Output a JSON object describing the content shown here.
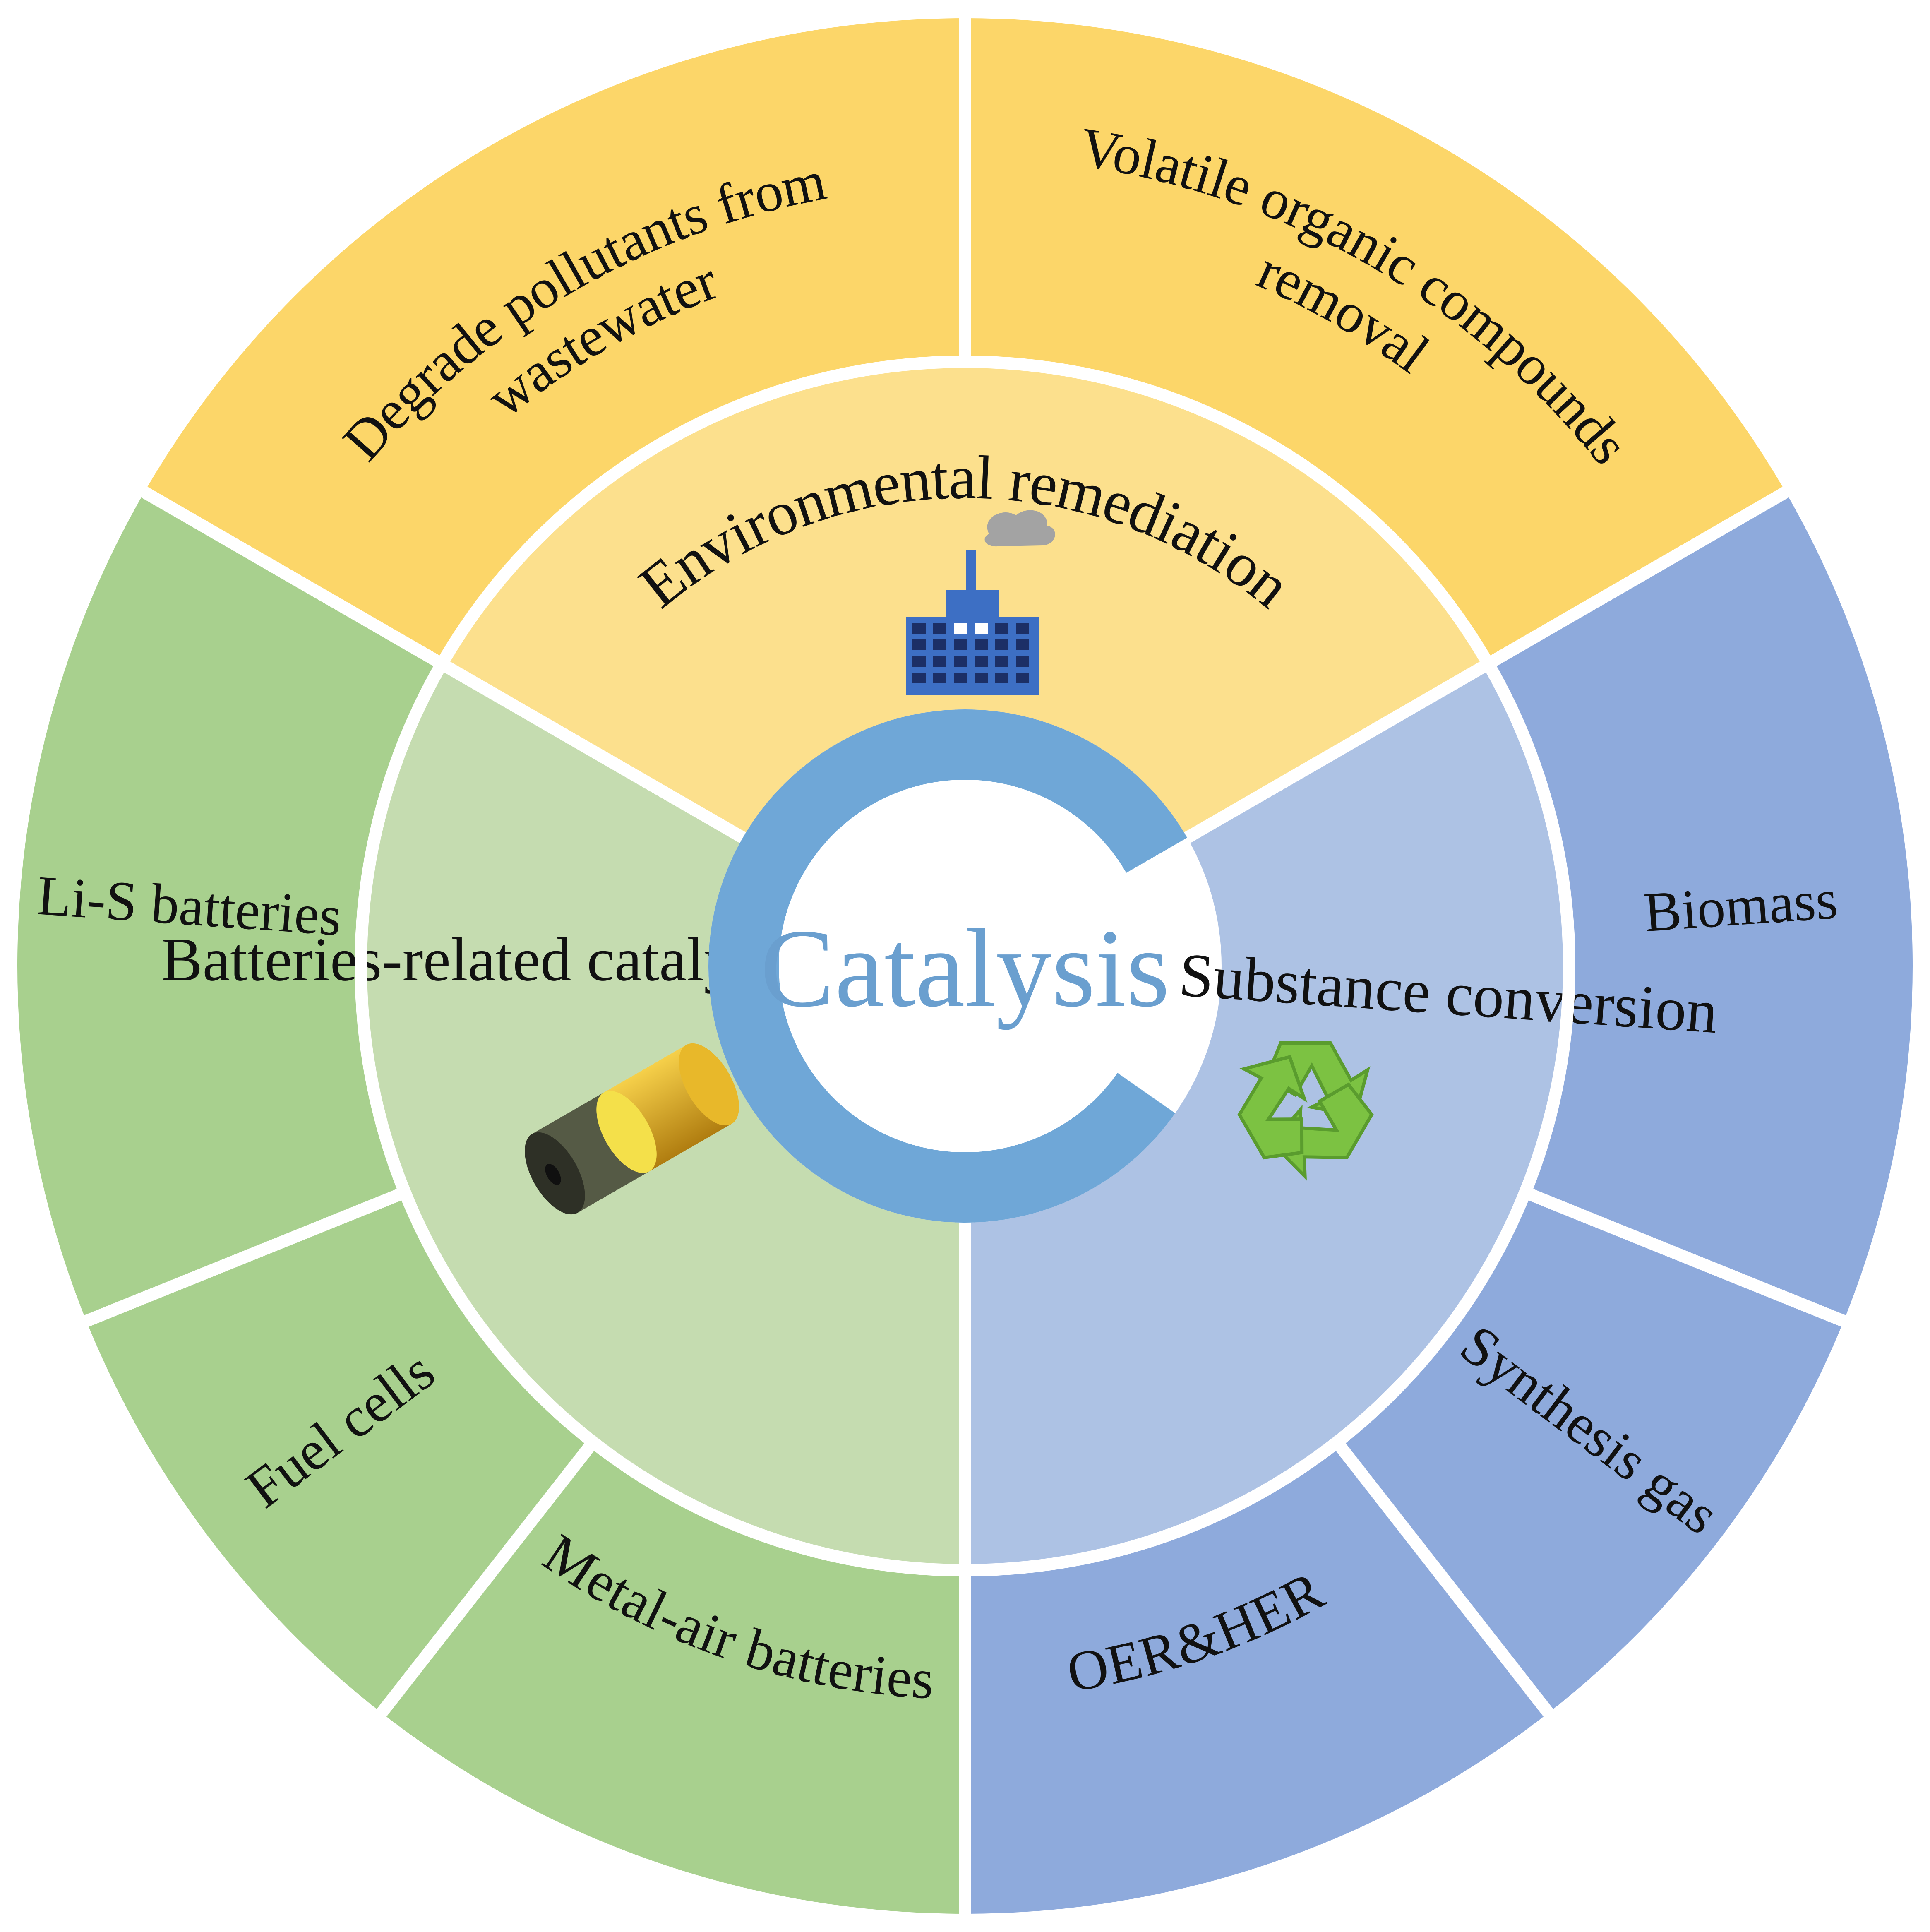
{
  "center": {
    "label": "Catalysis"
  },
  "colors": {
    "env_outer": "#fcd669",
    "env_inner": "#fce08d",
    "bat_outer": "#a8d08e",
    "bat_inner": "#c5dcb0",
    "sub_outer": "#8eaadc",
    "sub_inner": "#adc2e4",
    "ring": "#6fa7d7",
    "gap": "#ffffff"
  },
  "inner_sectors": [
    {
      "key": "env",
      "label": "Environmental remediation",
      "icon": "factory-icon"
    },
    {
      "key": "sub",
      "label": "Substance conversion",
      "icon": "recycle-icon"
    },
    {
      "key": "bat",
      "label": "Batteries-related catalysis",
      "icon": "battery-icon"
    }
  ],
  "outer_sectors": [
    {
      "key": "env",
      "lines": [
        "Degrade pollutants from",
        "wastewater"
      ]
    },
    {
      "key": "env",
      "lines": [
        "Volatile organic compounds",
        "removal"
      ]
    },
    {
      "key": "sub",
      "lines": [
        "Biomass"
      ]
    },
    {
      "key": "sub",
      "lines": [
        "Synthesis gas"
      ]
    },
    {
      "key": "sub",
      "lines": [
        "OER&HER"
      ]
    },
    {
      "key": "bat",
      "lines": [
        "Metal-air batteries"
      ]
    },
    {
      "key": "bat",
      "lines": [
        "Fuel cells"
      ]
    },
    {
      "key": "bat",
      "lines": [
        "Li-S batteries"
      ]
    }
  ]
}
